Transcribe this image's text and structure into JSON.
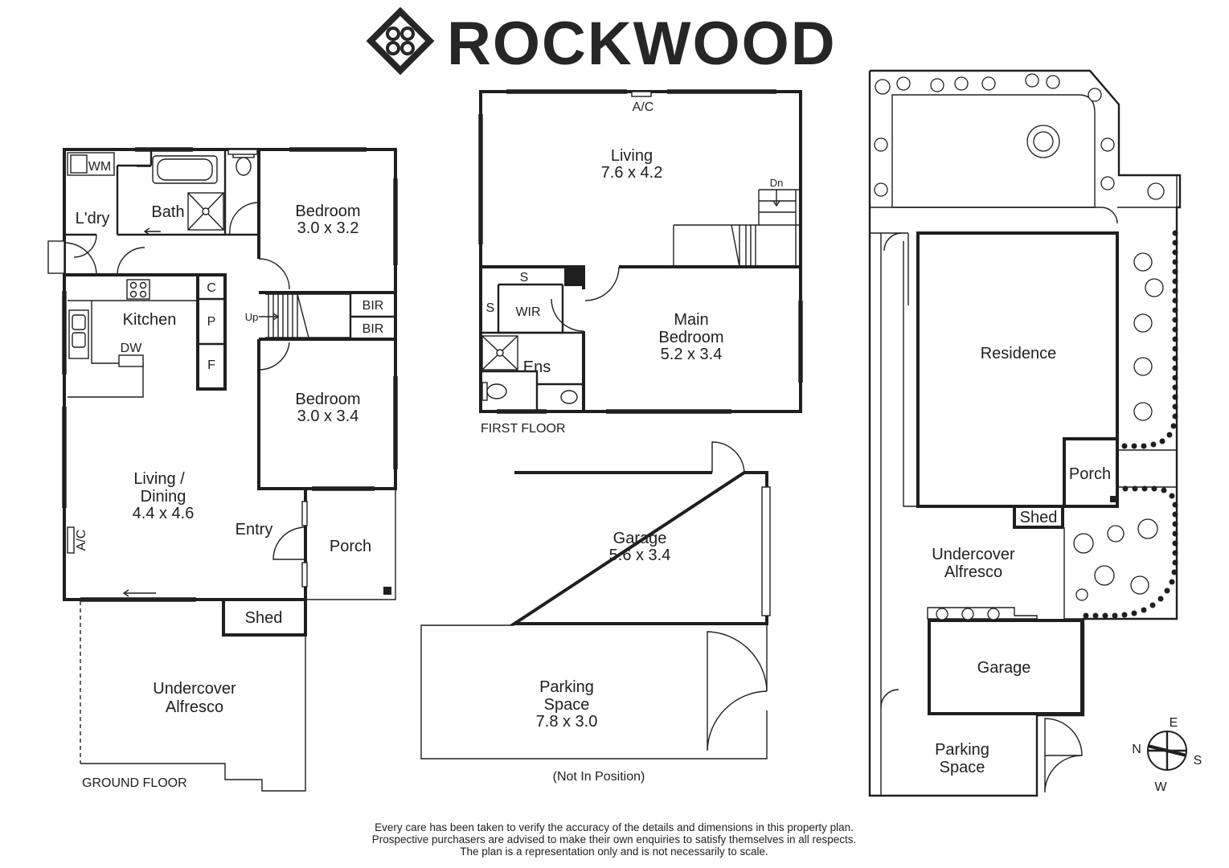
{
  "brand": {
    "name": "ROCKWOOD",
    "logo_icon": "rockwood-logo-icon"
  },
  "ground_floor": {
    "label": "GROUND FLOOR",
    "rooms": {
      "wm": "WM",
      "laundry": "L'dry",
      "bath": "Bath",
      "bedroom1": {
        "name": "Bedroom",
        "size": "3.0 x 3.2"
      },
      "kitchen": "Kitchen",
      "c": "C",
      "p": "P",
      "f": "F",
      "dw": "DW",
      "up": "Up",
      "bir1": "BIR",
      "bir2": "BIR",
      "bedroom2": {
        "name": "Bedroom",
        "size": "3.0 x 3.4"
      },
      "living": {
        "name1": "Living /",
        "name2": "Dining",
        "size": "4.4 x 4.6"
      },
      "ac": "A/C",
      "entry": "Entry",
      "porch": "Porch",
      "shed": "Shed",
      "alfresco": {
        "line1": "Undercover",
        "line2": "Alfresco"
      }
    }
  },
  "first_floor": {
    "label": "FIRST FLOOR",
    "rooms": {
      "ac": "A/C",
      "living": {
        "name": "Living",
        "size": "7.6 x 4.2"
      },
      "dn": "Dn",
      "s1": "S",
      "s2": "S",
      "wir": "WIR",
      "ens": "Ens",
      "main_bedroom": {
        "name1": "Main",
        "name2": "Bedroom",
        "size": "5.2 x 3.4"
      }
    }
  },
  "garage_plan": {
    "garage": {
      "name": "Garage",
      "size": "5.6 x 3.4"
    },
    "parking": {
      "name1": "Parking",
      "name2": "Space",
      "size": "7.8 x 3.0"
    },
    "note": "(Not In Position)"
  },
  "site_plan": {
    "residence": "Residence",
    "porch": "Porch",
    "shed": "Shed",
    "alfresco": {
      "line1": "Undercover",
      "line2": "Alfresco"
    },
    "garage": "Garage",
    "parking": {
      "line1": "Parking",
      "line2": "Space"
    },
    "compass": {
      "n": "N",
      "e": "E",
      "s": "S",
      "w": "W"
    }
  },
  "disclaimer": {
    "line1": "Every care has been taken to verify the accuracy of the details and dimensions in this property plan.",
    "line2": "Prospective purchasers are advised to make their own enquiries to satisfy themselves in all respects.",
    "line3": "The plan is a representation only and is not necessarily to scale."
  }
}
